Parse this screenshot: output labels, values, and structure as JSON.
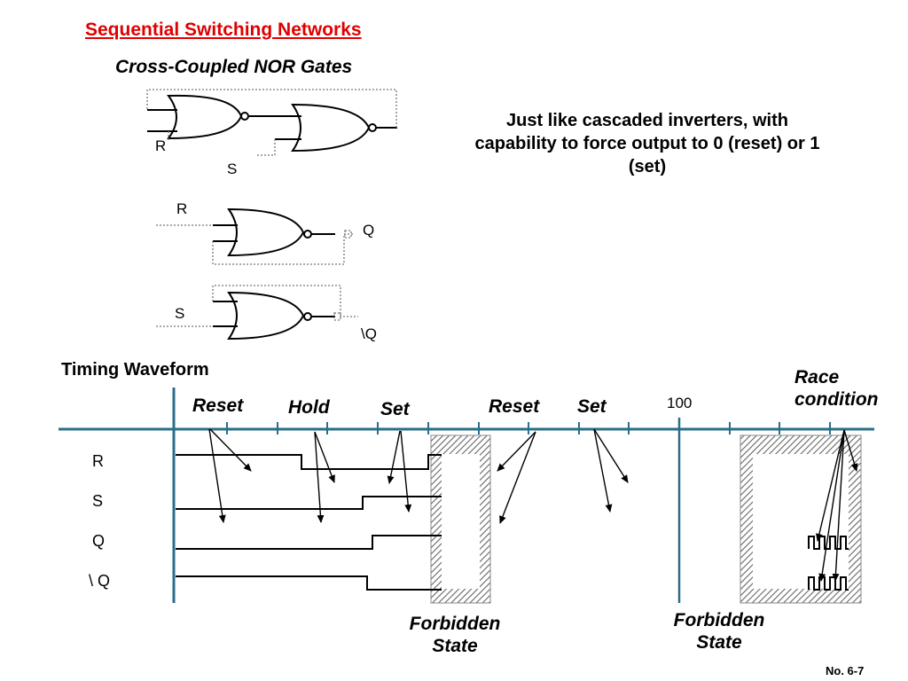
{
  "slide": {
    "title": "Sequential Switching Networks",
    "subtitle": "Cross-Coupled NOR Gates",
    "description": "Just like cascaded inverters, with capability to force output to 0 (reset) or 1 (set)",
    "number": "No. 6-7"
  },
  "circuit_top": {
    "r_label": "R",
    "s_label": "S"
  },
  "circuit_bottom": {
    "r_label": "R",
    "s_label": "S",
    "q_label": "Q",
    "qbar_label": "\\Q"
  },
  "timing": {
    "title": "Timing Waveform",
    "signals": [
      "R",
      "S",
      "Q",
      "\\ Q"
    ],
    "phases": [
      "Reset",
      "Hold",
      "Set",
      "Reset",
      "Set"
    ],
    "time_marker": "100",
    "race_label": "Race condition",
    "forbidden_labels": [
      "Forbidden State",
      "Forbidden State"
    ]
  },
  "colors": {
    "title_red": "#e00000",
    "axis_teal": "#2a6f8a"
  }
}
